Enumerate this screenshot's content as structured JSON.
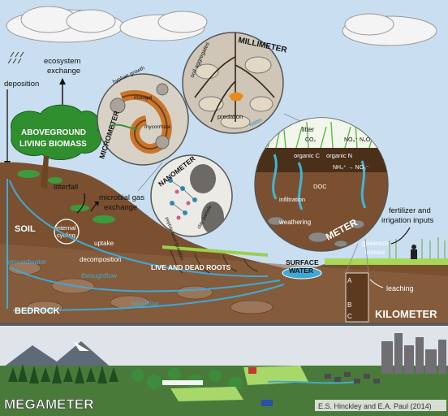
{
  "scales": {
    "micrometer": "MICROMETER",
    "millimeter": "MILLIMETER",
    "nanometer": "NANOMETER",
    "meter": "METER",
    "kilometer": "KILOMETER",
    "megameter": "MEGAMETER"
  },
  "labels": {
    "deposition": "deposition",
    "ecosystem_exchange_1": "ecosystem",
    "ecosystem_exchange_2": "exchange",
    "aboveground_1": "ABOVEGROUND",
    "aboveground_2": "LIVING BIOMASS",
    "litterfall": "litterfall",
    "microbial_gas_1": "microbial gas",
    "microbial_gas_2": "exchange",
    "soil": "SOIL",
    "internal_cycling_1": "internal",
    "internal_cycling_2": "cycling",
    "uptake": "uptake",
    "decomposition": "decomposition",
    "groundwater": "groundwater",
    "throughflow": "throughflow",
    "baseflow": "baseflow",
    "bedrock": "BEDROCK",
    "live_dead_roots": "LIVE AND DEAD ROOTS",
    "surface_water_1": "SURFACE",
    "surface_water_2": "WATER",
    "fertilizer_1": "fertilizer and",
    "fertilizer_2": "irrigation inputs",
    "gaseous_losses_1": "gaseous",
    "gaseous_losses_2": "losses",
    "leaching": "leaching",
    "horizon_a": "A",
    "horizon_b": "B",
    "horizon_c": "C"
  },
  "micro_labels": {
    "hyphae_growth": "hyphae growth",
    "mucigel": "mucigel",
    "mycorrhiza": "mycorrhiza"
  },
  "milli_labels": {
    "soil_aggregates": "soil aggregates",
    "predation": "predation",
    "water": "water"
  },
  "nano_labels": {
    "peptide_bond": "peptide bond formation",
    "clay_particle": "clay particle"
  },
  "meter_labels": {
    "litter": "litter",
    "co2": "CO₂",
    "no3_n2o": "NO₃⁻ N₂O",
    "organic_c": "organic C",
    "organic_n": "organic N",
    "nh4_no3": "NH₄⁺ → NO₃⁻",
    "doc": "DOC",
    "infiltration": "infiltration",
    "weathering": "weathering"
  },
  "credit": "E.S. Hinckley and E.A. Paul (2014)"
}
